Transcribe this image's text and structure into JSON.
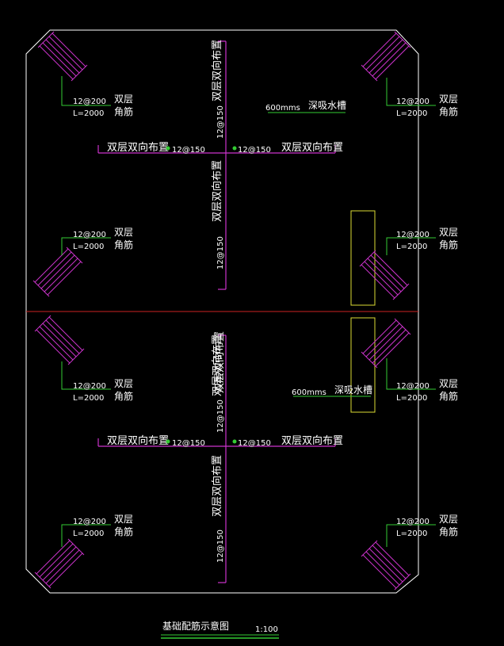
{
  "drawing": {
    "title": "基础配筋示意图",
    "scale": "1:100"
  },
  "corner_note": {
    "spec": "12@200",
    "length": "L=2000",
    "label_line1": "双层",
    "label_line2": "角筋"
  },
  "center_rebar": {
    "spec": "12@150",
    "label": "双层双向布置",
    "label_overlapped": "双层双向布置"
  },
  "trench": {
    "depth_note": "600mms",
    "label": "深吸水槽"
  },
  "colors": {
    "background": "#000000",
    "outline": "#ffffff",
    "rebar": "#cc33cc",
    "leader": "#33cc33",
    "midline": "#cc2222",
    "trench_box": "#dddd33",
    "text": "#ffffff"
  }
}
